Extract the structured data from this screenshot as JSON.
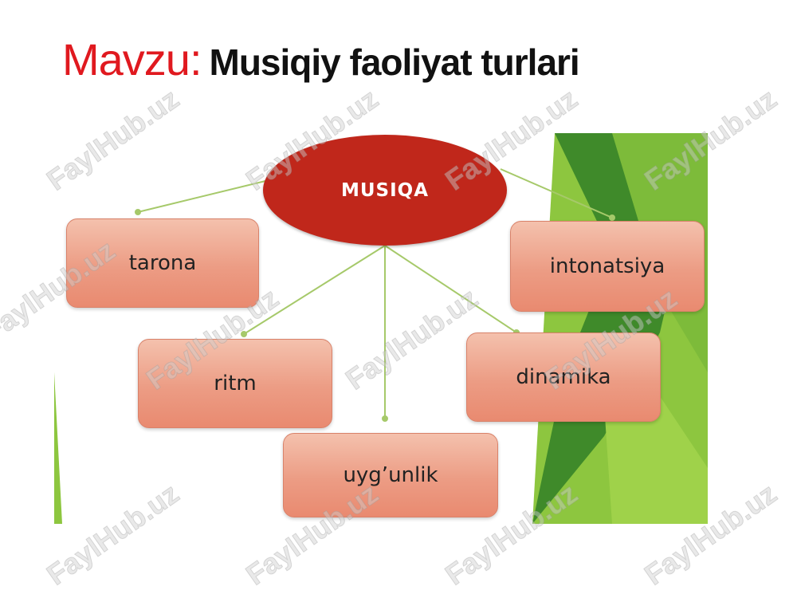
{
  "title": {
    "label": "Mavzu:",
    "subject": "Musiqiy faoliyat turlari"
  },
  "diagram": {
    "center": "MUSIQA",
    "nodes": {
      "tarona": "tarona",
      "intonatsiya": "intonatsiya",
      "ritm": "ritm",
      "dinamika": "dinamika",
      "uygunlik": "uyg’unlik"
    }
  },
  "watermark": "FaylHub.uz",
  "colors": {
    "title_label": "#e0191f",
    "hub": "#c0271b",
    "node_fill": "#ec9c84",
    "connector": "#a6c96a",
    "accent_green": "#6aaa2a"
  }
}
